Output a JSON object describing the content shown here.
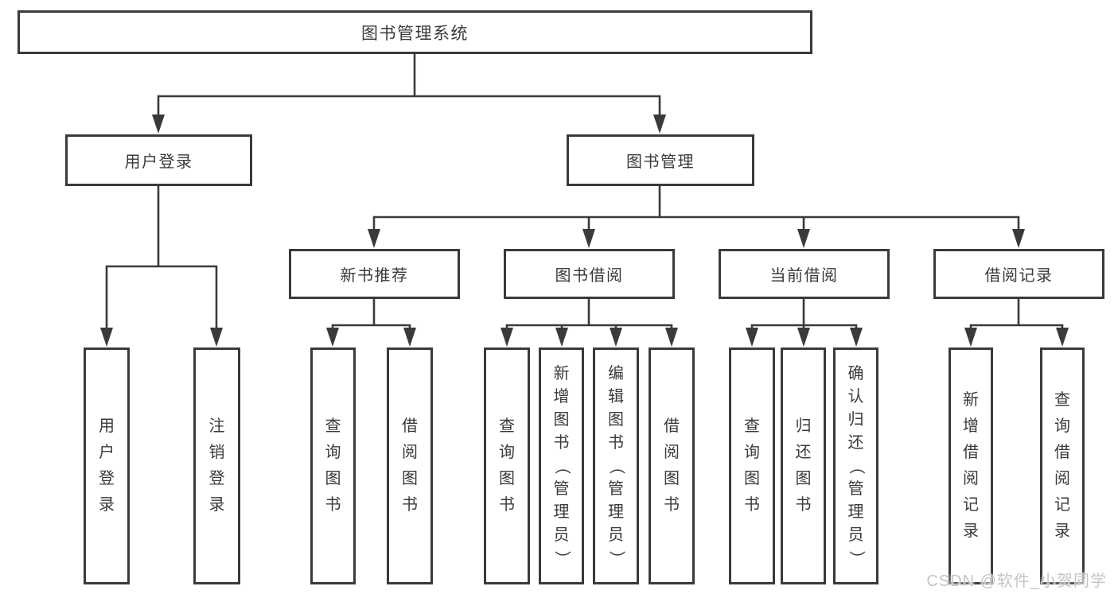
{
  "diagram": {
    "title": "图书管理系统",
    "tree": {
      "label": "图书管理系统",
      "children": [
        {
          "label": "用户登录",
          "children": [
            {
              "label": "用户登录"
            },
            {
              "label": "注销登录"
            }
          ]
        },
        {
          "label": "图书管理",
          "children": [
            {
              "label": "新书推荐",
              "children": [
                {
                  "label": "查询图书"
                },
                {
                  "label": "借阅图书"
                }
              ]
            },
            {
              "label": "图书借阅",
              "children": [
                {
                  "label": "查询图书"
                },
                {
                  "label": "新增图书（管理员）"
                },
                {
                  "label": "编辑图书（管理员）"
                },
                {
                  "label": "借阅图书"
                }
              ]
            },
            {
              "label": "当前借阅",
              "children": [
                {
                  "label": "查询图书"
                },
                {
                  "label": "归还图书"
                },
                {
                  "label": "确认归还（管理员）"
                }
              ]
            },
            {
              "label": "借阅记录",
              "children": [
                {
                  "label": "新增借阅记录"
                },
                {
                  "label": "查询借阅记录"
                }
              ]
            }
          ]
        }
      ]
    }
  },
  "watermark": {
    "text": "CSDN @软件_小贺同学"
  },
  "colors": {
    "line": "#3a3a3a",
    "text": "#3a3a3a",
    "box_background": "#ffffff",
    "page_background": "#ffffff",
    "watermark": "#c5c5c5"
  }
}
